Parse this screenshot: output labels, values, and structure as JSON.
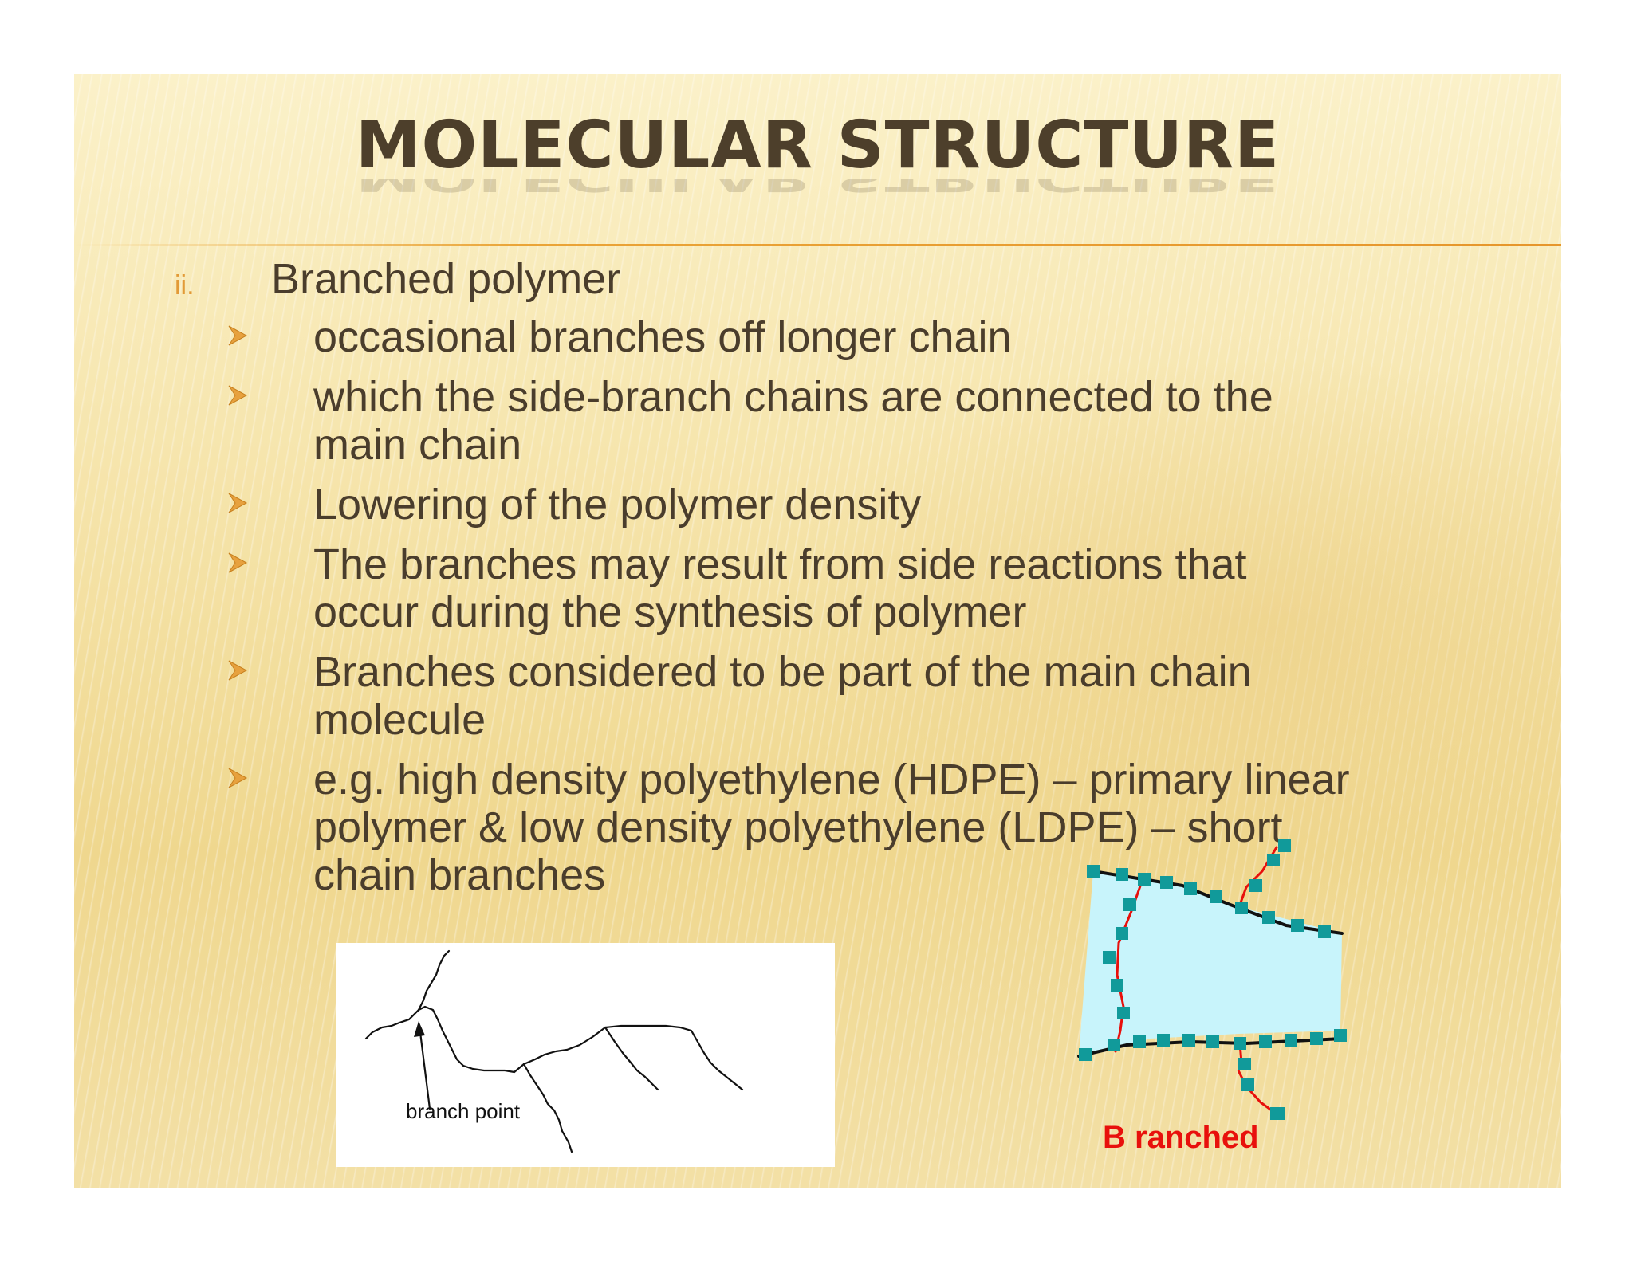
{
  "slide": {
    "title": "MOLECULAR STRUCTURE",
    "numeral": "ii.",
    "heading": "Branched polymer",
    "bullets": [
      {
        "lines": [
          "occasional branches off longer chain"
        ]
      },
      {
        "lines": [
          "which the side-branch chains are connected to the",
          "main chain"
        ]
      },
      {
        "lines": [
          "Lowering of the polymer density"
        ]
      },
      {
        "lines": [
          "The branches may result from side reactions that",
          "occur during the synthesis of polymer"
        ]
      },
      {
        "lines": [
          "Branches considered to be part of the main chain",
          "molecule"
        ]
      },
      {
        "lines": [
          "e.g. high density polyethylene (HDPE) – primary linear",
          "polymer & low density polyethylene (LDPE) – short",
          "chain branches"
        ]
      }
    ]
  },
  "figure_left": {
    "label": "branch point"
  },
  "figure_right": {
    "label": "B ranched"
  },
  "colors": {
    "title": "#4d3f2b",
    "body_text": "#4a3d2c",
    "accent_orange": "#e29a37",
    "label_red": "#e8100c",
    "monomer_teal": "#119a9a",
    "fill_cyan": "#c8f4fb"
  },
  "icons": {
    "bullet": "arrowhead-bullet-icon"
  }
}
